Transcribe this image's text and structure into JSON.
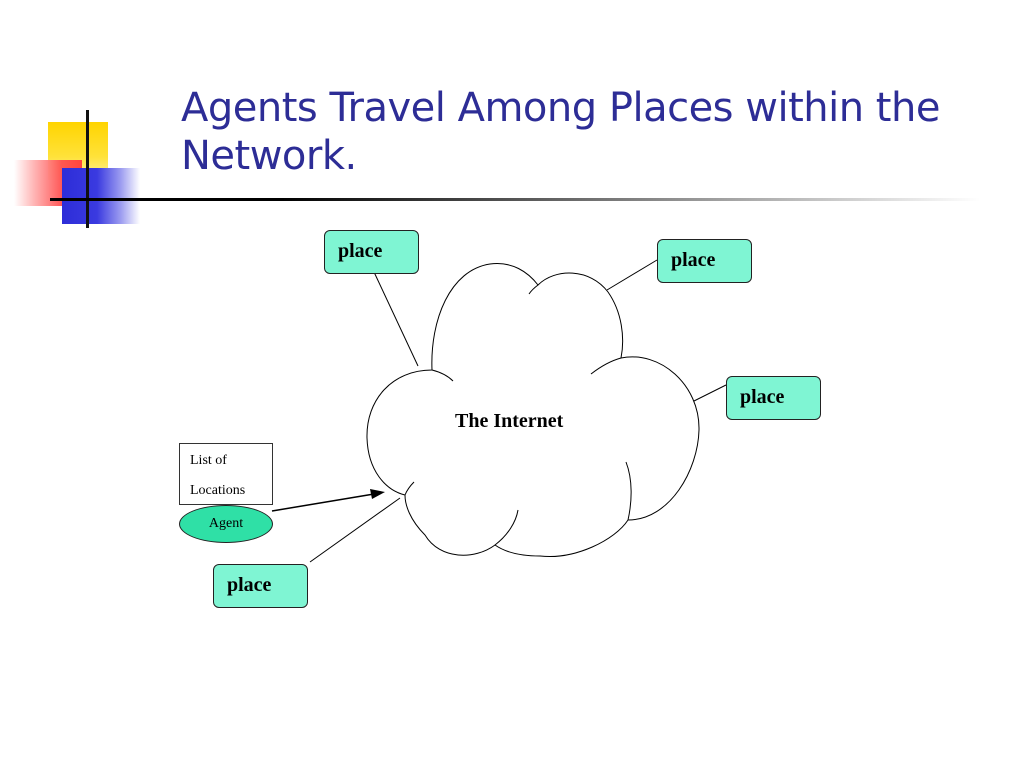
{
  "slide": {
    "title_line1": "Agents Travel Among Places within the",
    "title_line2": "Network."
  },
  "diagram": {
    "cloud_label": "The Internet",
    "places": [
      {
        "label": "place"
      },
      {
        "label": "place"
      },
      {
        "label": "place"
      },
      {
        "label": "place"
      }
    ],
    "location_list": {
      "line1": "List of",
      "line2": "Locations"
    },
    "agent_label": "Agent"
  },
  "colors": {
    "title": "#2d2d96",
    "place_fill": "#7ff5d3",
    "agent_fill": "#2fe0a6",
    "deco_yellow": "#ffd400",
    "deco_red": "#ff3c3c",
    "deco_blue": "#2d2dd8"
  }
}
